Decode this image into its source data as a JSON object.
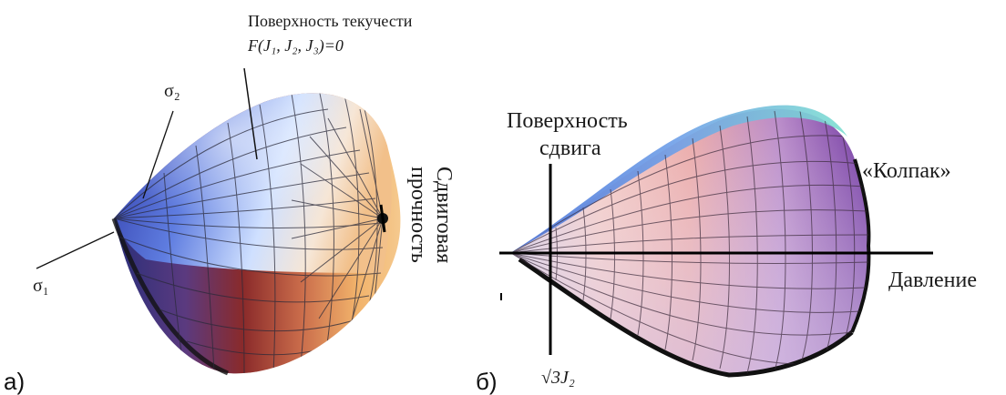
{
  "panel_a": {
    "caption": "а)",
    "title_line1": "Поверхность текучести",
    "title_line2": "F(J₁, J₂, J₃)=0",
    "axis_s1": "σ₁",
    "axis_s2": "σ₂",
    "shear_strength_line1": "Сдвиговая",
    "shear_strength_line2": "прочность"
  },
  "panel_b": {
    "caption": "б)",
    "shear_surface_line1": "Поверхность",
    "shear_surface_line2": "сдвига",
    "cap_label": "«Колпак»",
    "pressure_label": "Давление",
    "sqrt_label": "√3J₂"
  },
  "colors": {
    "blue": "#3f4fc8",
    "light_blue": "#cfe0ff",
    "orange": "#f2b36b",
    "red_brown": "#8a2a2a",
    "pink": "#f1b6b2",
    "violet": "#7a3fa8"
  }
}
